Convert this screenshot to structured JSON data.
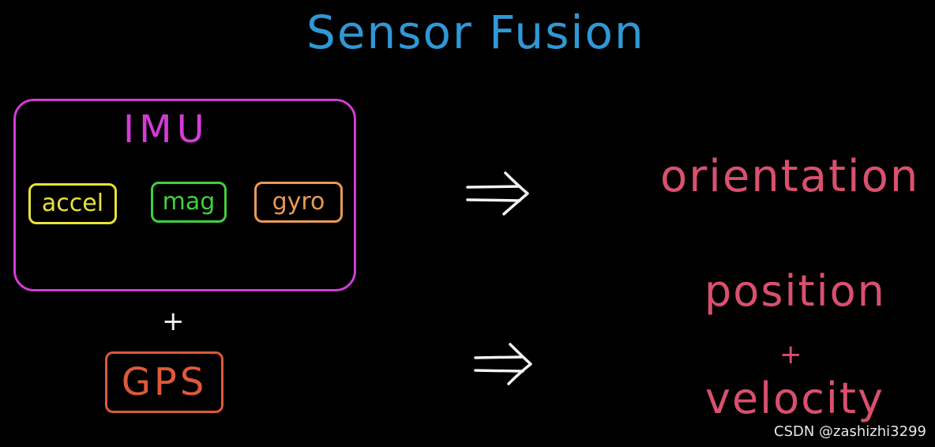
{
  "title": "Sensor Fusion",
  "imu": {
    "label": "IMU",
    "sensors": [
      {
        "label": "accel",
        "color": "#e8e23a"
      },
      {
        "label": "mag",
        "color": "#3fd13f"
      },
      {
        "label": "gyro",
        "color": "#e89a55"
      }
    ],
    "color": "#d43bd6"
  },
  "plus": "+",
  "gps": {
    "label": "GPS",
    "color": "#dd5a3a"
  },
  "outputs": {
    "orientation": "orientation",
    "position": "position",
    "plus": "+",
    "velocity": "velocity",
    "color": "#d9506e"
  },
  "arrow_icon": "double-arrow-right-icon",
  "watermark": "CSDN @zashizhi3299"
}
